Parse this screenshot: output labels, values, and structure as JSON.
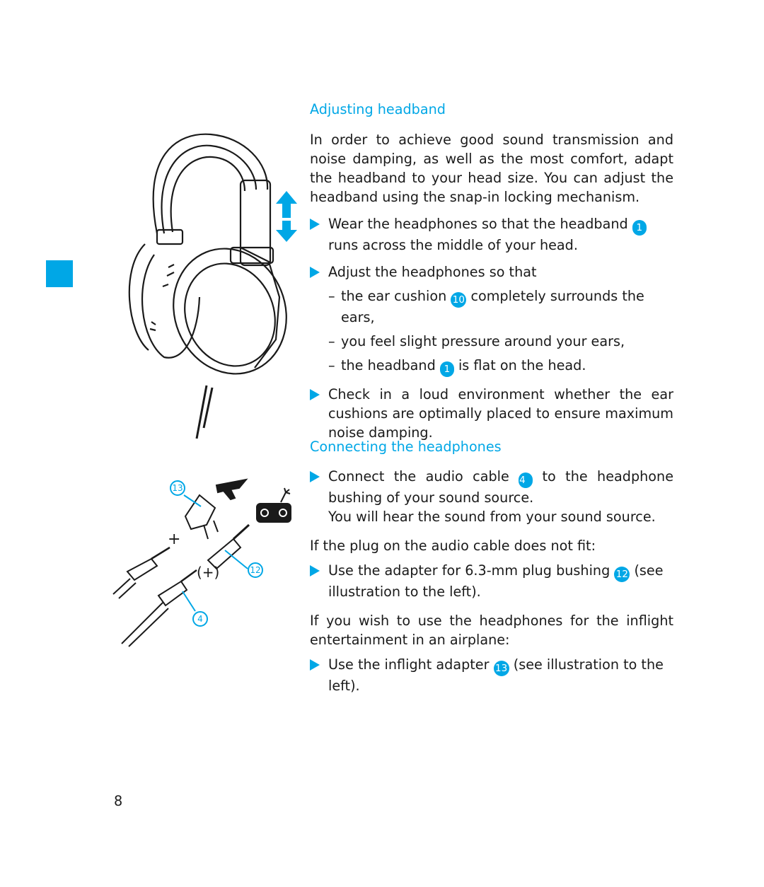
{
  "page_number": "8",
  "accent_color": "#00a7e6",
  "illustration": {
    "callout_13": "13",
    "callout_12": "12",
    "callout_4": "4",
    "plus_label": "+",
    "plus_paren_label": "(+)"
  },
  "section1": {
    "heading": "Adjusting headband",
    "intro": "In order to achieve good sound transmission and noise damping, as well as the most comfort, adapt the headband to your head size. You can adjust the headband using the snap-in locking mechanism.",
    "step1_a": "Wear the headphones so that the headband ",
    "step1_num": "1",
    "step1_b": " runs across the middle of your head.",
    "step2": "Adjust the headphones so that",
    "dash1_a": "the ear cushion ",
    "dash1_num": "10",
    "dash1_b": " completely surrounds the ears,",
    "dash2": "you feel slight pressure around your ears,",
    "dash3_a": "the headband ",
    "dash3_num": "1",
    "dash3_b": " is flat on the head.",
    "step3": "Check in a loud environment whether the ear cushions are optimally placed to ensure maximum noise damping."
  },
  "section2": {
    "heading": "Connecting the headphones",
    "step1_a": "Connect the audio cable ",
    "step1_num": "4",
    "step1_b": " to the headphone bushing of your sound source.",
    "step1_c": "You will hear the sound from your sound source.",
    "condition": "If the plug on the audio cable does not fit:",
    "step2_a": "Use the adapter for 6.3-mm plug bushing ",
    "step2_num": "12",
    "step2_b": " (see illustration to the left).",
    "inflight_intro": "If you wish to use the headphones for the inflight entertainment in an airplane:",
    "step3_a": "Use the inflight adapter ",
    "step3_num": "13",
    "step3_b": " (see illustration to the left)."
  }
}
